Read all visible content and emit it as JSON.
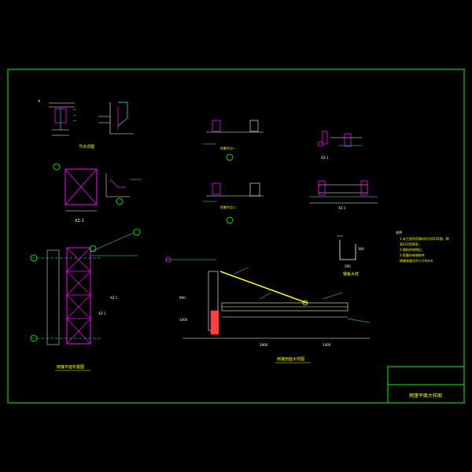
{
  "drawing": {
    "title_block": {
      "title": "雨篷平面大样图"
    },
    "captions": {
      "top_left": "节点详图",
      "plan": "雨篷平面布置图",
      "section": "雨篷剖面大样图",
      "hook": "钢板大样",
      "column_a": "柱脚节点一",
      "column_b": "柱脚节点二",
      "detail_xz1": "XZ-1",
      "detail_xz1b": "XZ-1",
      "bracket": "XZ-1",
      "notes_heading": "说明"
    },
    "notes": [
      "1.本工程所用钢材均为Q235钢，焊",
      "  条E43型焊条；",
      "2.钢构件除锈后；",
      "3.雨篷所有钢构件",
      "  焊缝高度均不小于6mm"
    ],
    "dimensions": {
      "section_span1": "2800",
      "section_span2": "1400",
      "section_height": "900",
      "section_height2": "1000",
      "hook_w": "200",
      "hook_h": "300",
      "plan_label1": "XZ-1",
      "plan_label2": "XZ-1"
    },
    "colors": {
      "frame": "#00ff00",
      "magenta": "#ff00ff",
      "cyan": "#00ffff",
      "yellow": "#ffff00",
      "white": "#ffffff",
      "red": "#ff4040"
    }
  }
}
